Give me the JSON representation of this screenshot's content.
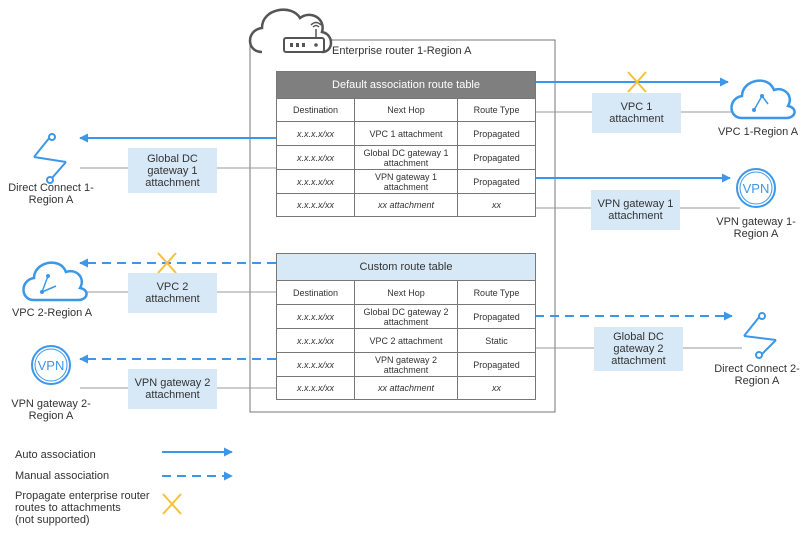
{
  "router": {
    "title": "Enterprise router 1-Region A"
  },
  "default_table": {
    "title": "Default association route table",
    "columns": [
      "Destination",
      "Next Hop",
      "Route Type"
    ],
    "rows": [
      [
        "x.x.x.x/xx",
        "VPC 1 attachment",
        "Propagated"
      ],
      [
        "x.x.x.x/xx",
        "Global DC gateway 1 attachment",
        "Propagated"
      ],
      [
        "x.x.x.x/xx",
        "VPN gateway 1 attachment",
        "Propagated"
      ],
      [
        "x.x.x.x/xx",
        "xx attachment",
        "xx"
      ]
    ]
  },
  "custom_table": {
    "title": "Custom route table",
    "columns": [
      "Destination",
      "Next Hop",
      "Route Type"
    ],
    "rows": [
      [
        "x.x.x.x/xx",
        "Global DC gateway 2 attachment",
        "Propagated"
      ],
      [
        "x.x.x.x/xx",
        "VPC 2 attachment",
        "Static"
      ],
      [
        "x.x.x.x/xx",
        "VPN gateway 2 attachment",
        "Propagated"
      ],
      [
        "x.x.x.x/xx",
        "xx attachment",
        "xx"
      ]
    ]
  },
  "attachments": {
    "vpc1": "VPC 1\nattachment",
    "dc1": "Global DC\ngateway 1\nattachment",
    "vpn1": "VPN gateway 1\nattachment",
    "vpc2": "VPC 2\nattachment",
    "dc2": "Global DC\ngateway 2\nattachment",
    "vpn2": "VPN gateway 2\nattachment"
  },
  "endpoints": {
    "vpc1": "VPC 1-Region A",
    "vpn1": "VPN gateway 1-\nRegion A",
    "dc1": "Direct Connect 1-\nRegion A",
    "vpc2": "VPC 2-Region A",
    "vpn2": "VPN gateway 2-\nRegion A",
    "dc2": "Direct Connect 2-\nRegion A"
  },
  "icons": {
    "vpn_text": "VPN"
  },
  "legend": {
    "auto": "Auto association",
    "manual": "Manual association",
    "propagate": "Propagate enterprise router\nroutes to attachments\n(not supported)"
  },
  "colors": {
    "blue": "#3d97e8",
    "attachment_fill": "#d7e8f7",
    "header_gray": "#7f7f7f",
    "cross": "#f6c23a",
    "line_gray": "#999999"
  }
}
